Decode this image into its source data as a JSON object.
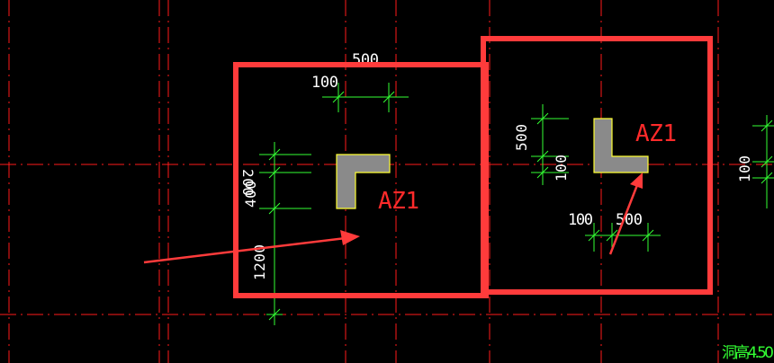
{
  "colors": {
    "background": "#000000",
    "axis_red": "#ff1a1a",
    "dim_green": "#33ff33",
    "dim_text": "#ffffff",
    "label_red": "#ff2a2a",
    "wall_fill": "#8a8a8a",
    "wall_outline": "#ffff33",
    "highlight_red": "#ff3b3b",
    "status_green": "#33ff33"
  },
  "left_detail": {
    "dim_top_total": "500",
    "dim_top_small": "100",
    "dim_left_top": "200",
    "dim_left_mid": "400",
    "dim_left_bottom": "1200",
    "label": "AZ1"
  },
  "right_detail": {
    "dim_left_top": "500",
    "dim_left_bottom": "100",
    "dim_bottom_small": "100",
    "dim_bottom_total": "500",
    "label": "AZ1",
    "dim_right_edge": "100"
  },
  "status": {
    "text": "洞高4.50"
  },
  "icons": {
    "wall_left": "l-shaped-wall-icon",
    "wall_right": "l-shaped-wall-icon",
    "arrow_left": "annotation-arrow-icon",
    "arrow_right": "annotation-arrow-icon"
  }
}
